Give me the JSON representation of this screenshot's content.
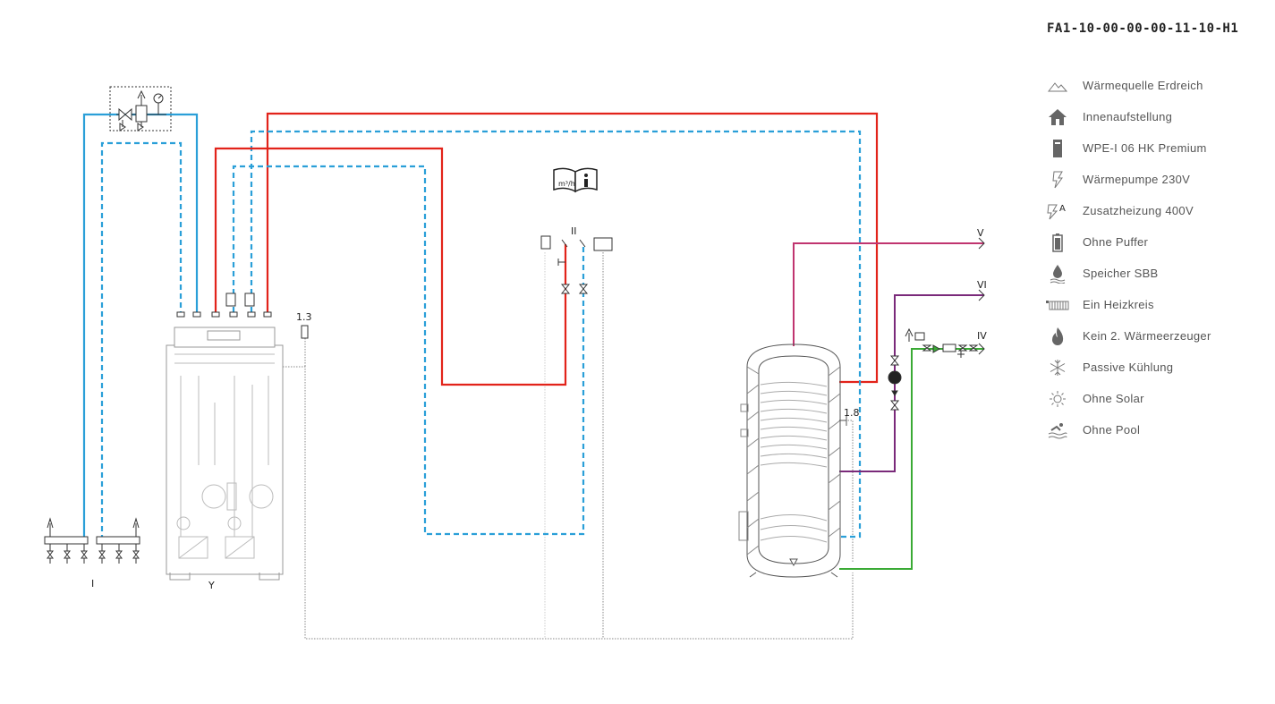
{
  "diagram": {
    "code": "FA1-10-00-00-00-11-10-H1",
    "labels": {
      "brine": "I",
      "heatpump": "Y",
      "module": "II",
      "sensor_13": "1.3",
      "sensor_18": "1.8",
      "out_v": "V",
      "out_vi": "VI",
      "in_iv": "IV"
    },
    "colors": {
      "heating": "#e2231a",
      "brine": "#2a9fd8",
      "dhw": "#c0346f",
      "circulation": "#7a2a7a",
      "cold_water": "#3aaa35",
      "sensor": "#777777"
    }
  },
  "legend": [
    {
      "icon": "mountain-icon",
      "label": "Wärmequelle Erdreich"
    },
    {
      "icon": "house-icon",
      "label": "Innenaufstellung"
    },
    {
      "icon": "heatpump-device-icon",
      "label": "WPE-I 06 HK Premium"
    },
    {
      "icon": "power-230v-icon",
      "label": "Wärmepumpe 230V"
    },
    {
      "icon": "power-400v-icon",
      "label": "Zusatzheizung 400V"
    },
    {
      "icon": "battery-icon",
      "label": "Ohne Puffer"
    },
    {
      "icon": "water-drop-icon",
      "label": "Speicher SBB"
    },
    {
      "icon": "radiator-icon",
      "label": "Ein Heizkreis"
    },
    {
      "icon": "flame-icon",
      "label": "Kein 2. Wärmeerzeuger"
    },
    {
      "icon": "snowflake-icon",
      "label": "Passive Kühlung"
    },
    {
      "icon": "sun-icon",
      "label": "Ohne Solar"
    },
    {
      "icon": "pool-icon",
      "label": "Ohne Pool"
    }
  ]
}
